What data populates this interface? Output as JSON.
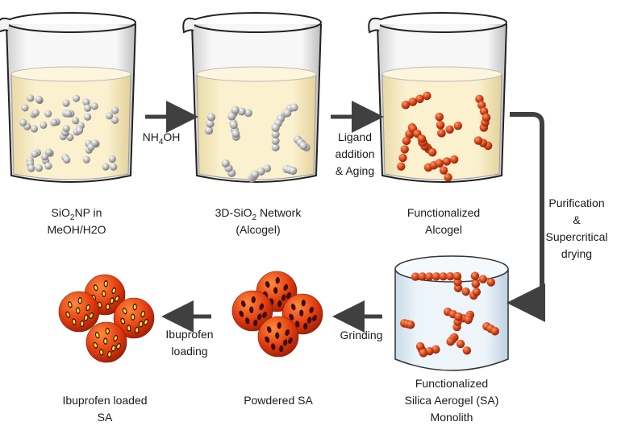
{
  "labels": {
    "beaker1": {
      "line1_main": "SiO",
      "line1_sub": "2",
      "line1_rest": "NP in",
      "line2": "MeOH/H2O"
    },
    "beaker2": {
      "line1_main": "3D-SiO",
      "line1_sub": "2",
      "line1_rest": " Network",
      "line2": "(Alcogel)"
    },
    "beaker3": {
      "line1": "Functionalized",
      "line2": "Alcogel"
    },
    "monolith": {
      "line1": "Functionalized",
      "line2": "Silica Aerogel (SA)",
      "line3": "Monolith"
    },
    "powdered": {
      "line1": "Powdered SA"
    },
    "loaded": {
      "line1": "Ibuprofen loaded",
      "line2": "SA"
    }
  },
  "arrows": {
    "step1": {
      "main": "NH",
      "sub": "4",
      "rest": "OH"
    },
    "step2": {
      "line1": "Ligand",
      "line2": "addition",
      "line3": "& Aging"
    },
    "step3": {
      "line1": "Purification",
      "line2": "&",
      "line3": "Supercritical",
      "line4": "drying"
    },
    "step4": {
      "line1": "Grinding"
    },
    "step5": {
      "line1": "Ibuprofen",
      "line2": "loading"
    }
  },
  "colors": {
    "liquid": "#f7ecc8",
    "silica_particle": "#b8b8b8",
    "functional_particle": "#d9481c",
    "arrow": "#404040",
    "monolith_bg": "#e7f1f8",
    "drug_dots": "#f0e03a"
  }
}
